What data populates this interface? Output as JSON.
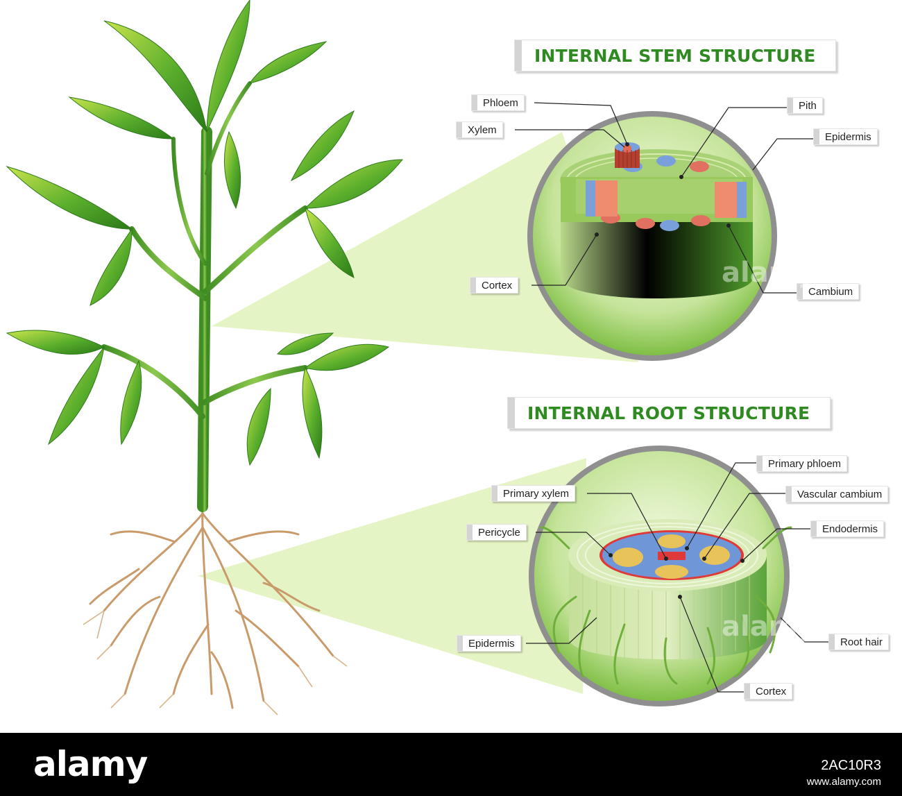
{
  "stem": {
    "title": "INTERNAL STEM STRUCTURE",
    "labels": {
      "phloem": "Phloem",
      "xylem": "Xylem",
      "pith": "Pith",
      "epidermis": "Epidermis",
      "cortex": "Cortex",
      "cambium": "Cambium"
    }
  },
  "root": {
    "title": "INTERNAL ROOT STRUCTURE",
    "labels": {
      "primary_phloem": "Primary phloem",
      "primary_xylem": "Primary xylem",
      "vascular_cambium": "Vascular cambium",
      "pericycle": "Pericycle",
      "endodermis": "Endodermis",
      "epidermis": "Epidermis",
      "root_hair": "Root hair",
      "cortex": "Cortex"
    }
  },
  "watermark": {
    "logo": "alamy",
    "image_id": "2AC10R3",
    "url": "www.alamy.com"
  },
  "colors": {
    "title_green": "#2f8a22",
    "leaf_green": "#3f9a2a",
    "stem_green": "#5fae3a",
    "root_tan": "#c99a6a",
    "xylem_red": "#e4705a",
    "phloem_blue": "#6f95d6",
    "lens_bg": "#eef7d6"
  }
}
